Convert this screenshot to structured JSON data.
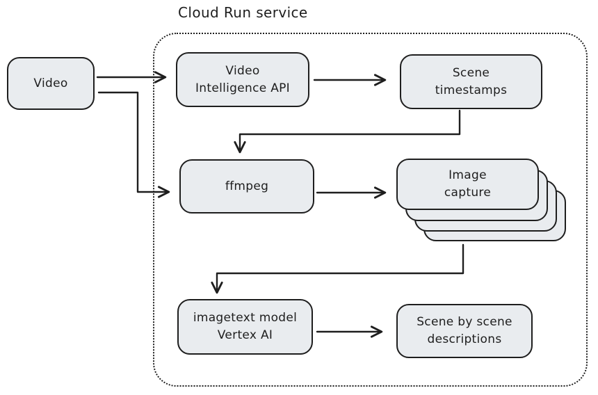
{
  "diagram": {
    "title": "Cloud Run service",
    "colors": {
      "background": "#ffffff",
      "node_fill": "#e9ecef",
      "stroke": "#1e1e1e"
    },
    "nodes": {
      "video": {
        "label": "Video"
      },
      "video_intelligence_api": {
        "label": "Video\nIntelligence API"
      },
      "scene_timestamps": {
        "label": "Scene\ntimestamps"
      },
      "ffmpeg": {
        "label": "ffmpeg"
      },
      "image_capture": {
        "label": "Image\ncapture",
        "stack_count": 4
      },
      "imagetext_vertex_ai": {
        "label": "imagetext model\nVertex AI"
      },
      "scene_descriptions": {
        "label": "Scene by scene\ndescriptions"
      }
    },
    "edges": [
      {
        "from": "video",
        "to": "video_intelligence_api"
      },
      {
        "from": "video",
        "to": "ffmpeg"
      },
      {
        "from": "video_intelligence_api",
        "to": "scene_timestamps"
      },
      {
        "from": "scene_timestamps",
        "to": "ffmpeg"
      },
      {
        "from": "ffmpeg",
        "to": "image_capture"
      },
      {
        "from": "image_capture",
        "to": "imagetext_vertex_ai"
      },
      {
        "from": "imagetext_vertex_ai",
        "to": "scene_descriptions"
      }
    ]
  }
}
